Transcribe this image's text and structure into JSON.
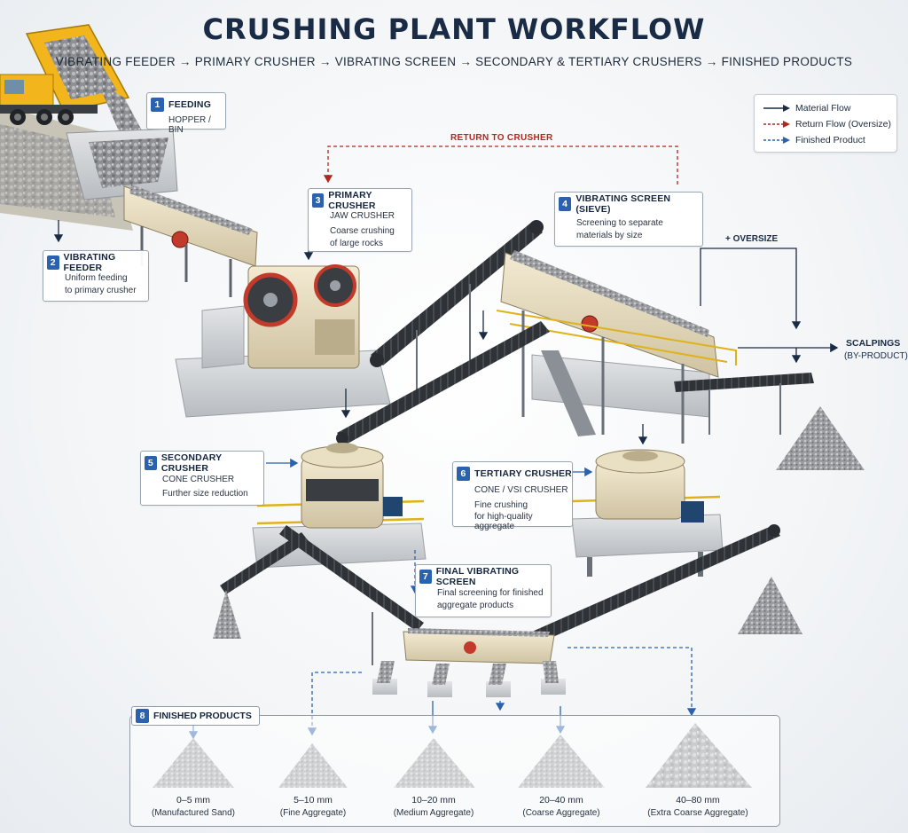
{
  "title": "CRUSHING PLANT WORKFLOW",
  "subtitle": "VIBRATING FEEDER → PRIMARY CRUSHER → VIBRATING SCREEN → SECONDARY & TERTIARY CRUSHERS → FINISHED PRODUCTS",
  "legend": {
    "material_flow": "Material Flow",
    "return_flow": "Return Flow (Oversize)",
    "finished_product": "Finished Product",
    "colors": {
      "material": "#1a2b45",
      "return": "#b3261e",
      "finished": "#2a62b0"
    }
  },
  "return_label": "RETURN TO CRUSHER",
  "oversize_label": "+ OVERSIZE",
  "scalpings": {
    "line1": "SCALPINGS",
    "line2": "(BY-PRODUCT)"
  },
  "steps": [
    {
      "num": "1",
      "title": "FEEDING",
      "line1": "HOPPER / BIN"
    },
    {
      "num": "2",
      "title": "VIBRATING FEEDER",
      "line1": "Uniform feeding",
      "line2": "to primary crusher"
    },
    {
      "num": "3",
      "title": "PRIMARY CRUSHER",
      "line1": "JAW CRUSHER",
      "line2": "Coarse crushing",
      "line3": "of large rocks"
    },
    {
      "num": "4",
      "title": "VIBRATING SCREEN (SIEVE)",
      "line1": "Screening to separate",
      "line2": "materials by size"
    },
    {
      "num": "5",
      "title": "SECONDARY CRUSHER",
      "line1": "CONE CRUSHER",
      "line2": "Further size reduction"
    },
    {
      "num": "6",
      "title": "TERTIARY CRUSHER",
      "line1": "CONE / VSI CRUSHER",
      "line2": "Fine crushing",
      "line3": "for high-quality aggregate"
    },
    {
      "num": "7",
      "title": "FINAL VIBRATING SCREEN",
      "line1": "Final screening for finished",
      "line2": "aggregate products"
    }
  ],
  "finished": {
    "num": "8",
    "title": "FINISHED PRODUCTS",
    "products": [
      {
        "size": "0–5 mm",
        "name": "(Manufactured Sand)"
      },
      {
        "size": "5–10 mm",
        "name": "(Fine Aggregate)"
      },
      {
        "size": "10–20 mm",
        "name": "(Medium Aggregate)"
      },
      {
        "size": "20–40 mm",
        "name": "(Coarse Aggregate)"
      },
      {
        "size": "40–80 mm",
        "name": "(Extra Coarse Aggregate)"
      }
    ]
  }
}
